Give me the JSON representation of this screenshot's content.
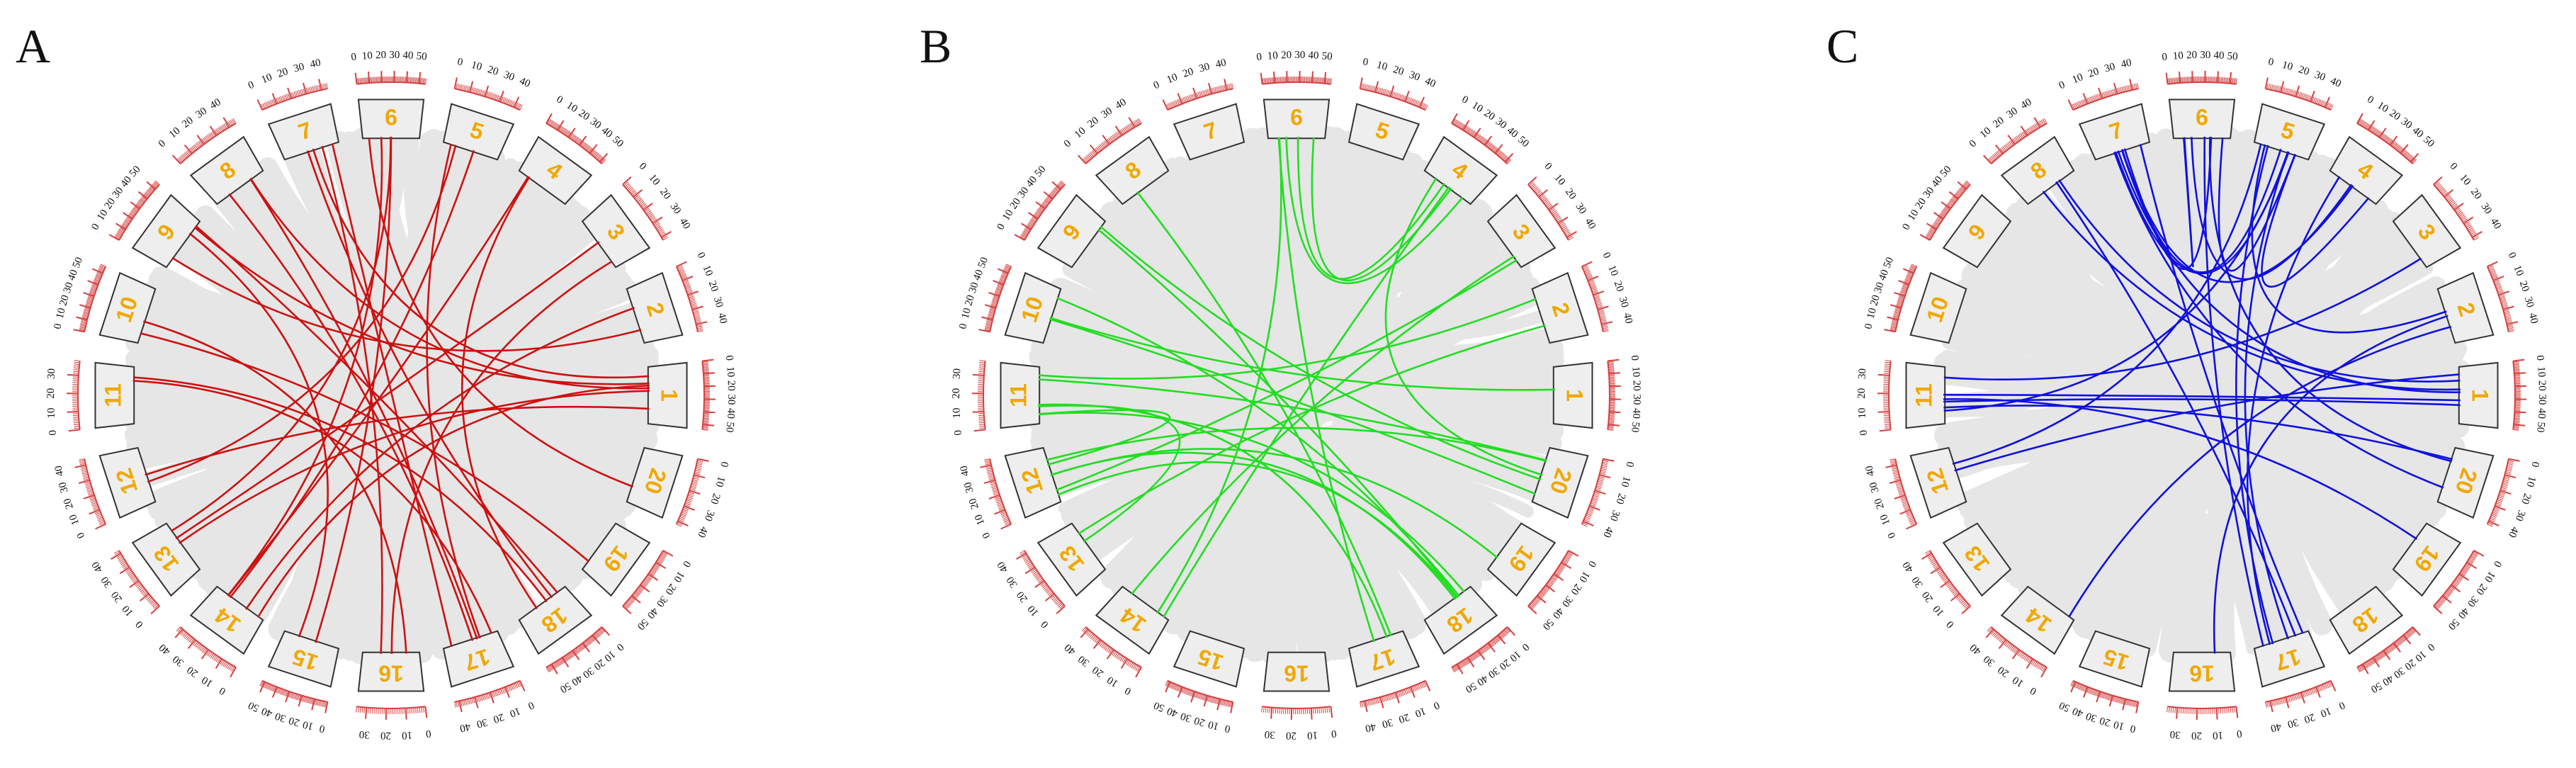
{
  "panels": [
    {
      "letter": "A",
      "link_color": "#cc1111",
      "links": [
        [
          14,
          1
        ],
        [
          14,
          2
        ],
        [
          14,
          4
        ],
        [
          14,
          5
        ],
        [
          13,
          1
        ],
        [
          13,
          3
        ],
        [
          13,
          6
        ],
        [
          15,
          6
        ],
        [
          15,
          9
        ],
        [
          16,
          7
        ],
        [
          16,
          10
        ],
        [
          16,
          3
        ],
        [
          17,
          8
        ],
        [
          17,
          5
        ],
        [
          17,
          11
        ],
        [
          17,
          7
        ],
        [
          12,
          1
        ],
        [
          12,
          5
        ],
        [
          11,
          18
        ],
        [
          10,
          19
        ],
        [
          9,
          1
        ],
        [
          9,
          18
        ],
        [
          8,
          1
        ],
        [
          8,
          17
        ],
        [
          7,
          1
        ],
        [
          7,
          18
        ],
        [
          6,
          20
        ],
        [
          6,
          14
        ],
        [
          4,
          18
        ],
        [
          2,
          9
        ]
      ]
    },
    {
      "letter": "B",
      "link_color": "#22dd22",
      "links": [
        [
          14,
          4
        ],
        [
          14,
          6
        ],
        [
          14,
          3
        ],
        [
          17,
          6
        ],
        [
          17,
          8
        ],
        [
          17,
          11
        ],
        [
          18,
          11
        ],
        [
          18,
          12
        ],
        [
          18,
          10
        ],
        [
          18,
          9
        ],
        [
          18,
          12
        ],
        [
          12,
          19
        ],
        [
          12,
          20
        ],
        [
          11,
          20
        ],
        [
          11,
          12
        ],
        [
          10,
          20
        ],
        [
          9,
          20
        ],
        [
          13,
          2
        ],
        [
          13,
          11
        ],
        [
          11,
          2
        ],
        [
          12,
          3
        ],
        [
          6,
          4
        ],
        [
          6,
          4
        ],
        [
          6,
          4
        ],
        [
          4,
          20
        ],
        [
          10,
          1
        ]
      ]
    },
    {
      "letter": "C",
      "link_color": "#1111dd",
      "links": [
        [
          14,
          2
        ],
        [
          17,
          7
        ],
        [
          17,
          6
        ],
        [
          17,
          5
        ],
        [
          17,
          5
        ],
        [
          17,
          4
        ],
        [
          17,
          8
        ],
        [
          16,
          2
        ],
        [
          12,
          1
        ],
        [
          12,
          5
        ],
        [
          11,
          1
        ],
        [
          11,
          1
        ],
        [
          11,
          20
        ],
        [
          11,
          19
        ],
        [
          11,
          5
        ],
        [
          11,
          3
        ],
        [
          1,
          7
        ],
        [
          1,
          8
        ],
        [
          2,
          5
        ],
        [
          20,
          7
        ],
        [
          7,
          5
        ],
        [
          7,
          6
        ],
        [
          6,
          5
        ],
        [
          6,
          4
        ],
        [
          5,
          4
        ],
        [
          5,
          7
        ],
        [
          6,
          6
        ],
        [
          7,
          4
        ],
        [
          6,
          20
        ],
        [
          8,
          1
        ]
      ]
    }
  ],
  "chromosomes": [
    "1",
    "2",
    "3",
    "4",
    "5",
    "6",
    "7",
    "8",
    "9",
    "10",
    "11",
    "12",
    "13",
    "14",
    "15",
    "16",
    "17",
    "18",
    "19",
    "20"
  ],
  "chromosome_lengths_mb": [
    54,
    45,
    42,
    52,
    44,
    55,
    44,
    45,
    55,
    56,
    38,
    44,
    42,
    42,
    52,
    35,
    43,
    55,
    50,
    42
  ],
  "tick_step_mb": 10,
  "colors": {
    "chromosome_fill": "#eeeeee",
    "chromosome_stroke": "#333333",
    "chr_label": "#f0a800",
    "ticks": "#d44040",
    "background_links": "#e6e6e6"
  }
}
